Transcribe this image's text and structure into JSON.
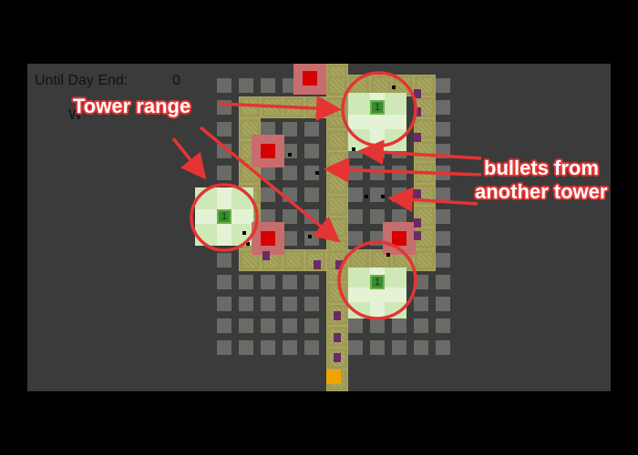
{
  "hud": {
    "day_end_label": "Until Day End:",
    "day_end_value": "0",
    "partial_label": "W"
  },
  "towers": [
    {
      "level": "1"
    },
    {
      "level": "1"
    },
    {
      "level": "1"
    }
  ],
  "annotations": {
    "tower_range": "Tower range",
    "bullets_line1": "bullets from",
    "bullets_line2": "another tower"
  },
  "colors": {
    "background": "#3b3b3b",
    "grid_cell": "#6a6a66",
    "path": "#9c9a55",
    "range": "#cfe8b8",
    "tower": "#3c8c2c",
    "base": "#c76d6d",
    "base_core": "#d60000",
    "enemy": "#6a2a6a",
    "spawn": "#f3a300",
    "annotation": "#e43434"
  }
}
